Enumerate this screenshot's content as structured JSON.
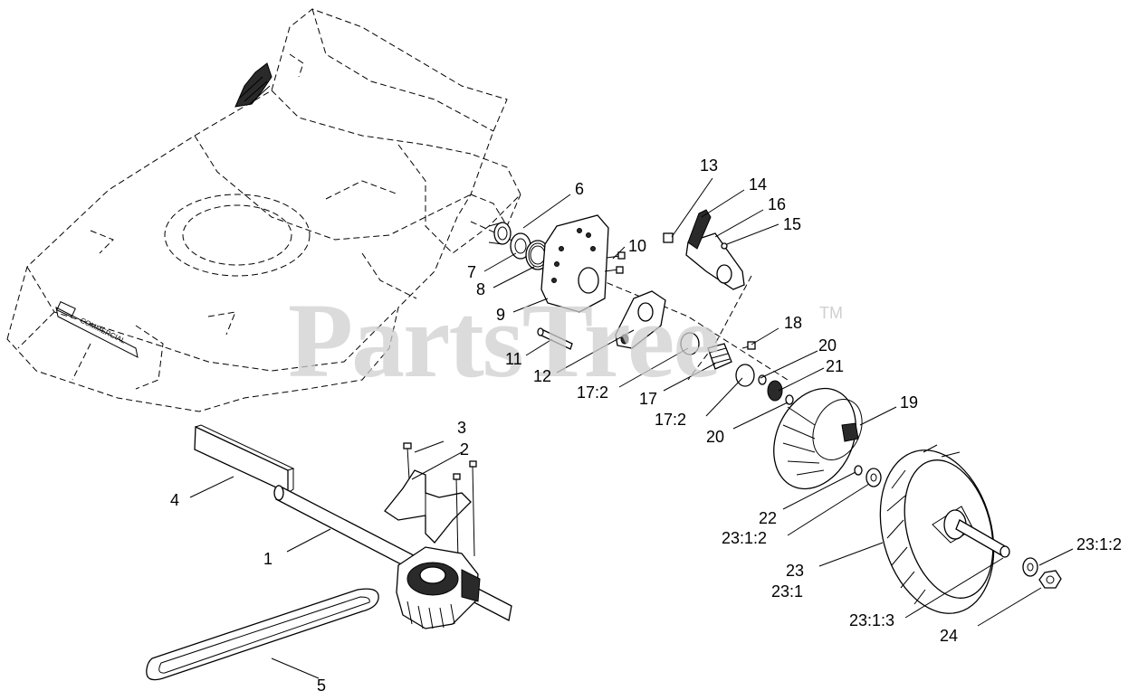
{
  "watermark": {
    "text": "PartsTree",
    "trademark": "TM"
  },
  "deck_logo_text": "COMMERCIAL",
  "callouts": {
    "c1": "1",
    "c2": "2",
    "c3": "3",
    "c4": "4",
    "c5": "5",
    "c6": "6",
    "c7": "7",
    "c8": "8",
    "c9": "9",
    "c10": "10",
    "c11": "11",
    "c12": "12",
    "c13": "13",
    "c14": "14",
    "c15": "15",
    "c16": "16",
    "c17": "17",
    "c17_2a": "17:2",
    "c17_2b": "17:2",
    "c18": "18",
    "c19": "19",
    "c20a": "20",
    "c20b": "20",
    "c21": "21",
    "c22": "22",
    "c23": "23",
    "c23_1": "23:1",
    "c23_1_2a": "23:1:2",
    "c23_1_2b": "23:1:2",
    "c23_1_3": "23:1:3",
    "c24": "24"
  }
}
